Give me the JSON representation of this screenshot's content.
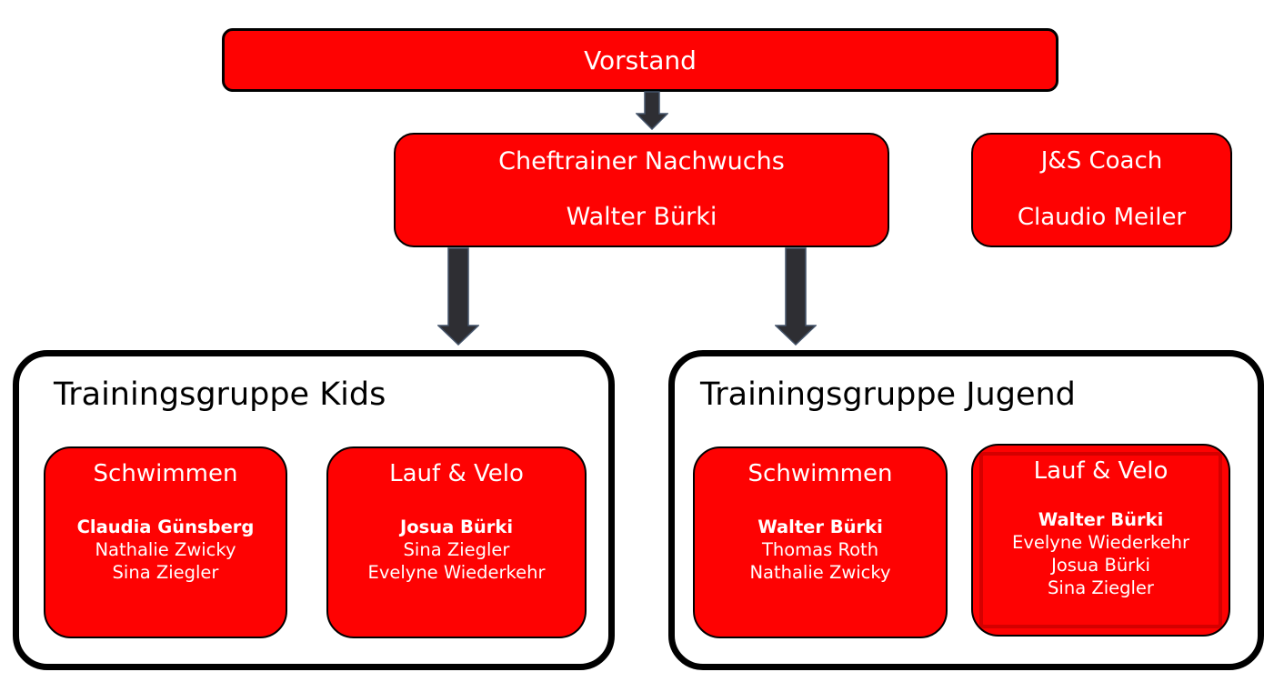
{
  "colors": {
    "box_fill_red": "#fe0202",
    "box_border": "#000000",
    "text_on_red": "#ffffff",
    "text_black": "#000000",
    "arrow_fill": "#2e2e33",
    "arrow_stroke": "#44546a",
    "highlight_inner_border": "#d40000"
  },
  "org": {
    "root": {
      "title": "Vorstand"
    },
    "cheftrainer": {
      "title": "Cheftrainer Nachwuchs",
      "name": "Walter Bürki"
    },
    "js_coach": {
      "title": "J&S Coach",
      "name": "Claudio Meiler"
    },
    "groups": [
      {
        "title": "Trainingsgruppe Kids",
        "teams": [
          {
            "title": "Schwimmen",
            "lead": "Claudia Günsberg",
            "members": [
              "Nathalie Zwicky",
              "Sina Ziegler"
            ]
          },
          {
            "title": "Lauf & Velo",
            "lead": "Josua Bürki",
            "members": [
              "Sina Ziegler",
              "Evelyne Wiederkehr"
            ]
          }
        ]
      },
      {
        "title": "Trainingsgruppe Jugend",
        "teams": [
          {
            "title": "Schwimmen",
            "lead": "Walter Bürki",
            "members": [
              "Thomas Roth",
              "Nathalie Zwicky"
            ]
          },
          {
            "title": "Lauf & Velo",
            "lead": "Walter Bürki",
            "members": [
              "Evelyne Wiederkehr",
              "Josua Bürki",
              "Sina Ziegler"
            ]
          }
        ]
      }
    ]
  }
}
